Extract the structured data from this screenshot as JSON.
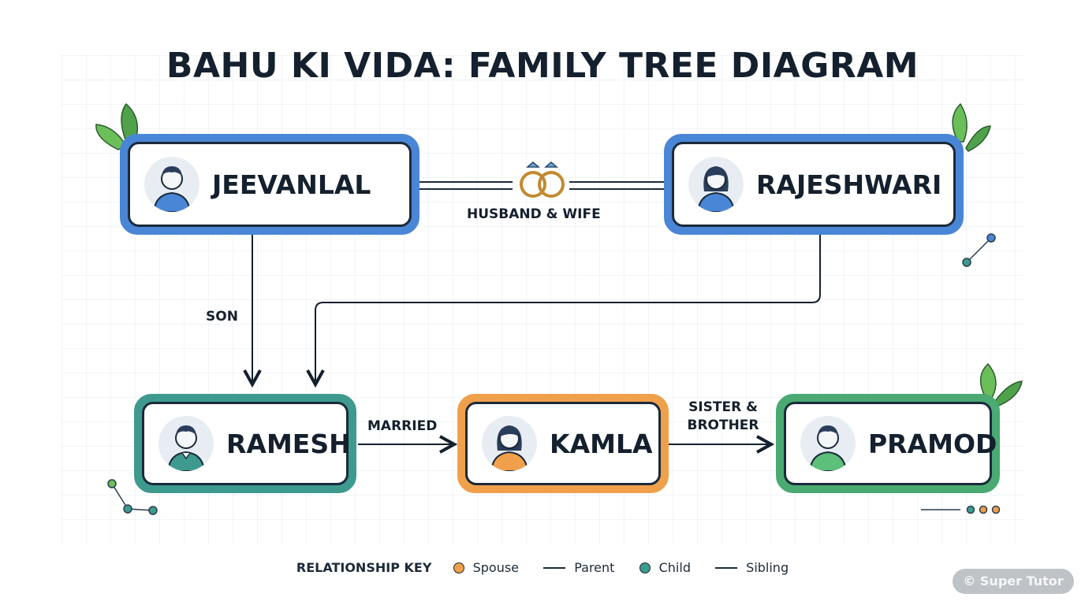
{
  "title": "BAHU KI VIDA: FAMILY TREE DIAGRAM",
  "people": {
    "jeevanlal": {
      "name": "JEEVANLAL",
      "border_color": "#4a86d6",
      "avatar": "male-avatar-icon"
    },
    "rajeshwari": {
      "name": "RAJESHWARI",
      "border_color": "#4a86d6",
      "avatar": "female-avatar-icon"
    },
    "ramesh": {
      "name": "RAMESH",
      "border_color": "#3e9a8f",
      "avatar": "male-avatar-icon"
    },
    "kamla": {
      "name": "KAMLA",
      "border_color": "#f0a04b",
      "avatar": "female-avatar-icon"
    },
    "pramod": {
      "name": "PRAMOD",
      "border_color": "#4aaa72",
      "avatar": "male-avatar-icon"
    }
  },
  "relationships": {
    "husband_wife": "HUSBAND & WIFE",
    "son": "SON",
    "married": "MARRIED",
    "sister_brother_line1": "SISTER &",
    "sister_brother_line2": "BROTHER"
  },
  "key": {
    "title": "RELATIONSHIP KEY",
    "spouse": "Spouse",
    "parent": "Parent",
    "child": "Child",
    "sibling": "Sibling",
    "spouse_color": "#f0a04b",
    "child_color": "#3e9a8f"
  },
  "watermark": "© Super Tutor"
}
